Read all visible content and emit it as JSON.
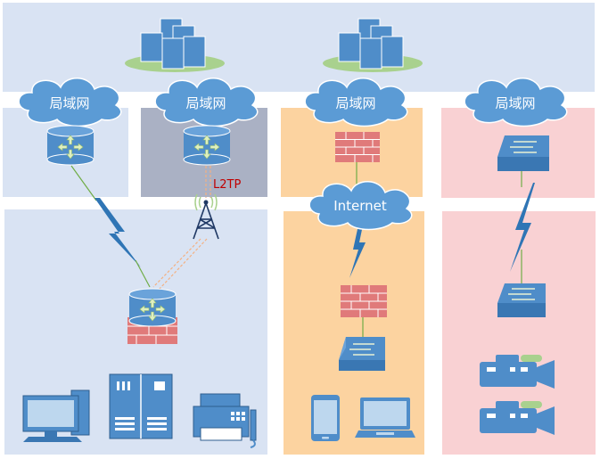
{
  "colors": {
    "band_blue": "#d9e3f3",
    "panel_gray": "#aab1c4",
    "panel_orange": "#fcd3a0",
    "panel_pink": "#f9d1d3",
    "cloud": "#5b9bd5",
    "device_blue": "#4f8dc9",
    "firewall_red": "#e07a7a",
    "ground_green": "#a9d18e",
    "l2tp_red": "#c00000",
    "link_green": "#70ad47",
    "dash_orange": "#f4b183"
  },
  "clouds": {
    "lan1": "局域网",
    "lan2": "局域网",
    "lan3": "局域网",
    "lan4": "局域网",
    "internet": "Internet"
  },
  "labels": {
    "l2tp": "L2TP"
  },
  "icons": [
    "server-cluster-icon",
    "router-icon",
    "firewall-icon",
    "switch-icon",
    "cell-tower-icon",
    "lightning-link-icon",
    "desktop-pc-icon",
    "server-rack-icon",
    "fax-machine-icon",
    "tablet-icon",
    "laptop-icon",
    "video-camera-icon"
  ]
}
